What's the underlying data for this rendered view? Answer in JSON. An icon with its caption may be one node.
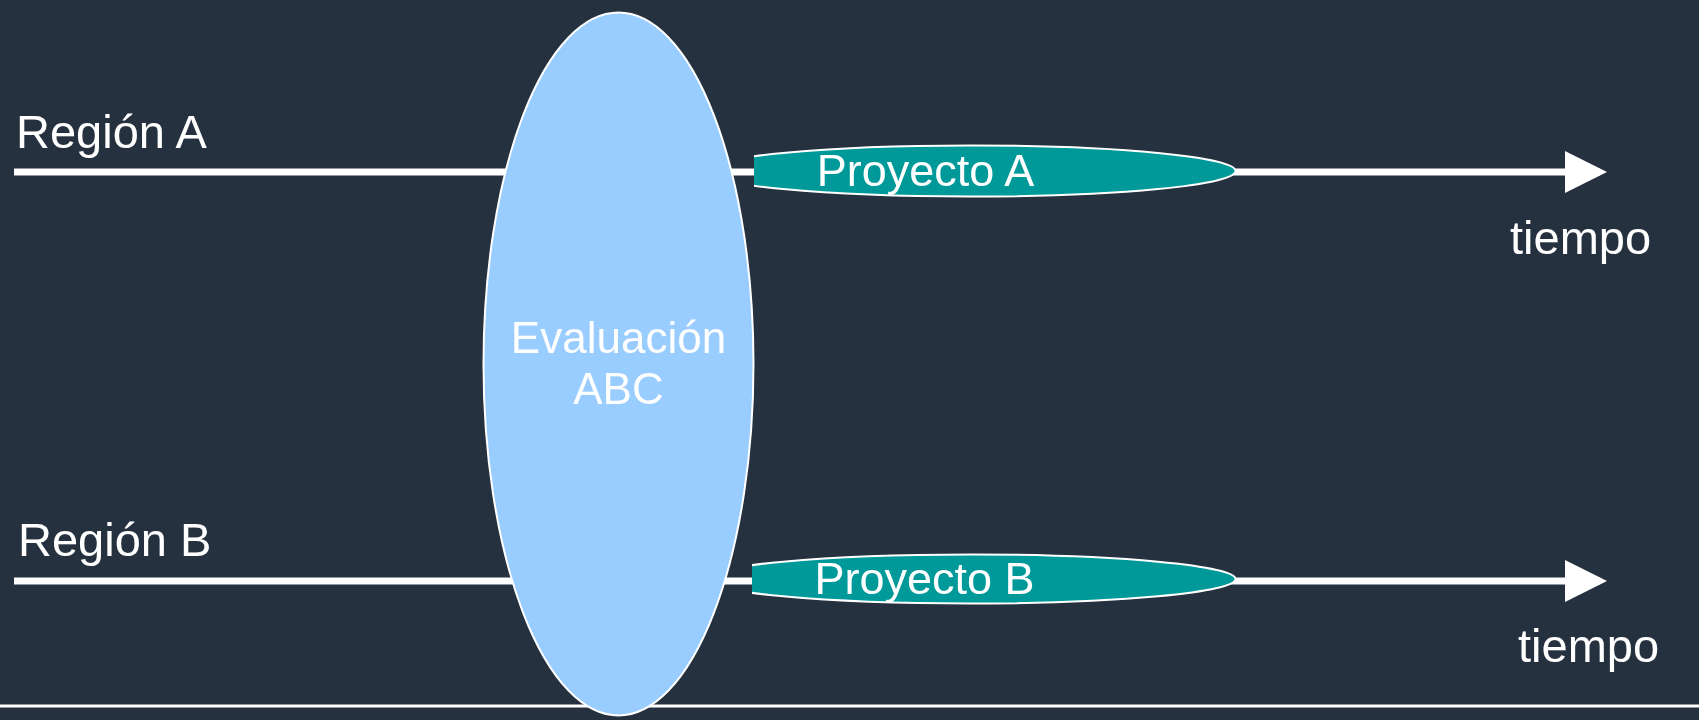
{
  "diagram": {
    "nodes": [
      {
        "text": [
          "Evaluación ABC"
        ]
      },
      {
        "text": [
          "Proyecto A"
        ]
      },
      {
        "text": [
          "Proyecto B"
        ]
      }
    ],
    "labels": [
      "Región A",
      "tiempo",
      "Región B",
      "tiempo"
    ]
  }
}
